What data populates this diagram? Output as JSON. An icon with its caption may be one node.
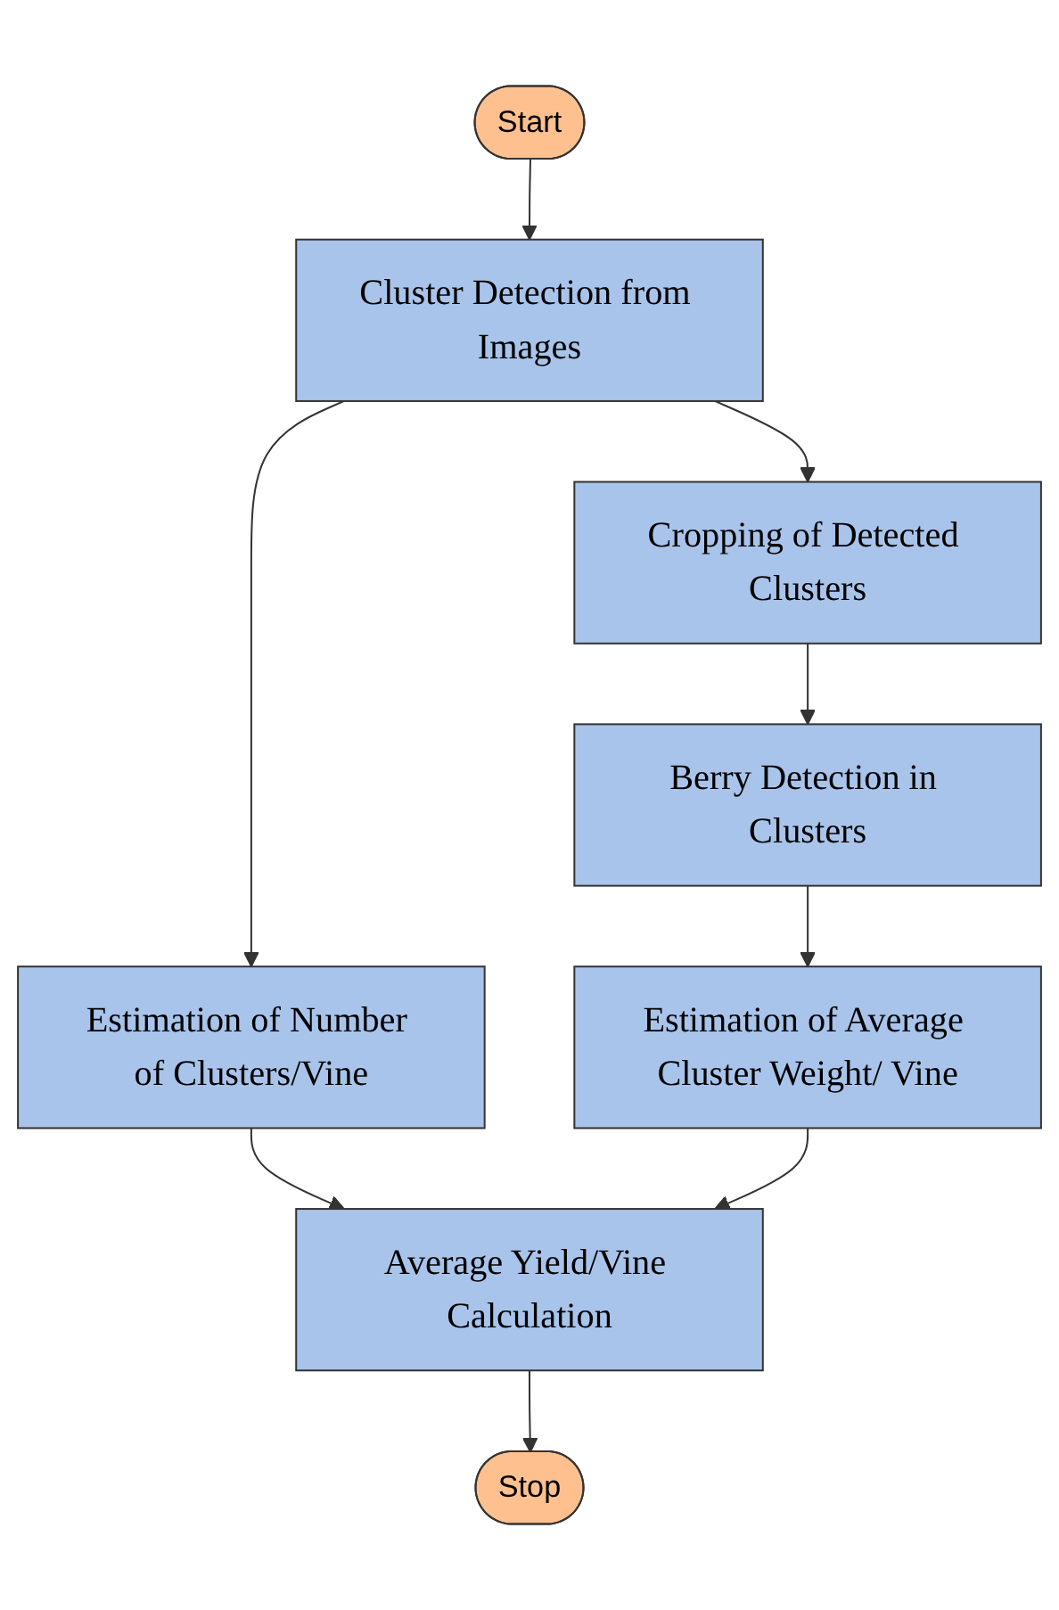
{
  "diagram": {
    "nodes": [
      {
        "text": [
          "Start"
        ]
      },
      {
        "text": [
          "Cluster Detection from Images"
        ]
      },
      {
        "text": [
          "Cropping of Detected Clusters"
        ]
      },
      {
        "text": [
          "Estimation of Number of Clusters/Vine"
        ]
      },
      {
        "text": [
          "Berry Detection in Clusters"
        ]
      },
      {
        "text": [
          "Average Yield/Vine Calculation"
        ]
      },
      {
        "text": [
          "Estimation of Average Cluster Weight/ Vine"
        ]
      },
      {
        "text": [
          "Stop"
        ]
      }
    ],
    "edges": [
      {
        "from": 0,
        "to": 1,
        "arrow": "to"
      },
      {
        "from": 1,
        "to": 2,
        "arrow": "to"
      },
      {
        "from": 1,
        "to": 3,
        "arrow": "to"
      },
      {
        "from": 2,
        "to": 4,
        "arrow": "to"
      },
      {
        "from": 3,
        "to": 5,
        "arrow": "to"
      },
      {
        "from": 4,
        "to": 6,
        "arrow": "to"
      },
      {
        "from": 6,
        "to": 5,
        "arrow": "to"
      },
      {
        "from": 5,
        "to": 7,
        "arrow": "to"
      }
    ]
  }
}
